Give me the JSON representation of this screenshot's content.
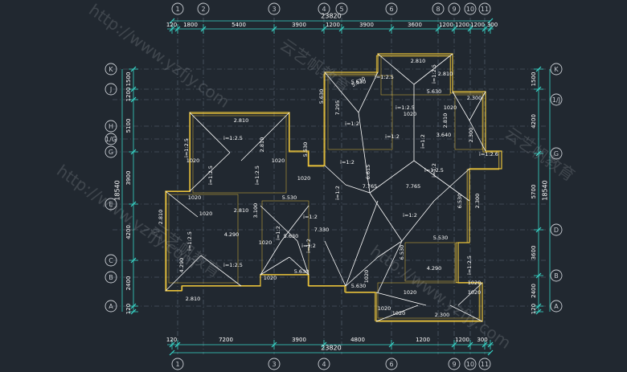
{
  "grid": {
    "top_labels": [
      "1",
      "2",
      "3",
      "4",
      "5",
      "6",
      "8",
      "9",
      "10",
      "11"
    ],
    "bottom_labels": [
      "1",
      "3",
      "4",
      "6",
      "9",
      "10",
      "11"
    ],
    "left_labels": [
      "K",
      "J",
      "H",
      "1/G",
      "G",
      "E",
      "C",
      "B",
      "A"
    ],
    "right_labels": [
      "K",
      "1/J",
      "G",
      "D",
      "B",
      "A"
    ]
  },
  "dimensions": {
    "top_total": "23820",
    "top_segments": [
      "120",
      "1800",
      "5400",
      "3900",
      "1200",
      "3900",
      "3600",
      "1200",
      "1200",
      "1200",
      "300"
    ],
    "bottom_total": "23820",
    "bottom_segments": [
      "120",
      "7200",
      "3900",
      "4800",
      "1200",
      "1200",
      "300"
    ],
    "left_total": "18540",
    "left_segments": [
      "1500",
      "1200",
      "5100",
      "3900",
      "4200",
      "2400",
      "120"
    ],
    "right_total": "18540",
    "right_segments": [
      "1500",
      "4200",
      "5700",
      "3600",
      "2400",
      "120"
    ]
  },
  "roof_labels": [
    "2.810",
    "2.810",
    "1020",
    "1020",
    "i=1:2.5",
    "i=1:2.5",
    "i=1:2.5",
    "4.290",
    "2.810",
    "2.810",
    "i=1:2.5",
    "i=1:2.5",
    "4.290",
    "1020",
    "1020",
    "i=1:2.5",
    "2.810",
    "3.100",
    "5.530",
    "5.630",
    "i=1:2",
    "i=1:2",
    "7.330",
    "5.630",
    "i=1:2",
    "5.530",
    "7.295",
    "i=1:2",
    "6.615",
    "i=1:2",
    "7.765",
    "7.765",
    "i=1:2",
    "i=1:2",
    "5.530",
    "5.630",
    "i=1:2",
    "6.530",
    "4.290",
    "i=1:2.5",
    "i=1:2.5",
    "2.300",
    "2.300",
    "2.810",
    "i=1:2.5",
    "i=1:2.5",
    "2.810",
    "5.630",
    "2.300",
    "i=1:2.6",
    "3.640",
    "2.810",
    "i=1:2.5",
    "2.300",
    "1020",
    "1020",
    "1020",
    "1020",
    "1020",
    "1020",
    "1020",
    "1020",
    "1020",
    "5.630",
    "5.630",
    "6.530",
    "1020",
    "1020",
    "5.530",
    "i=1:2",
    "i=1:2",
    "i=1:2"
  ],
  "watermarks": [
    "http://www.yzfjy.com",
    "云艺帆教育",
    "http://www.yzfjy.com",
    "云艺帆教育",
    "http://www.yzfjy.com",
    "云艺帆教育"
  ],
  "colors": {
    "background": "#212830",
    "roof_outline": "#e8c13a",
    "hip_line": "#ffffff",
    "dimension": "#37d6c8",
    "axis": "#8fa0b5",
    "bubble": "#c8ccd2",
    "text": "#ffffff"
  }
}
